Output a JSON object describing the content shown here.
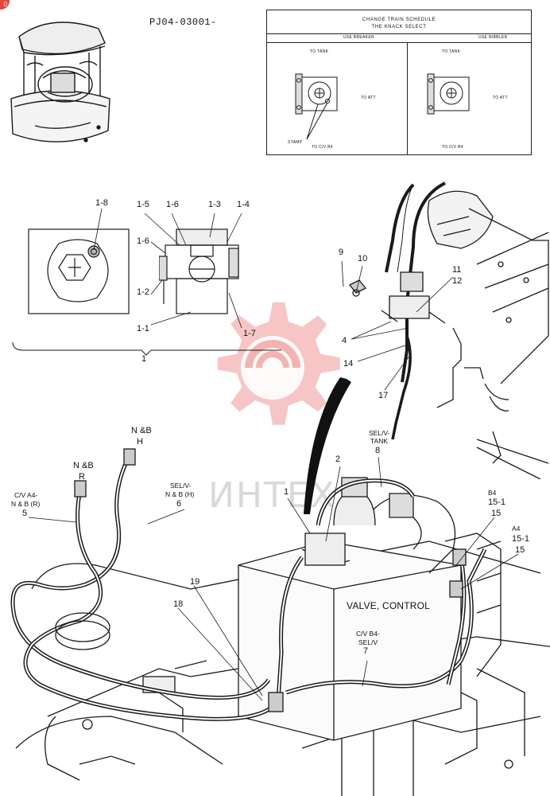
{
  "header": {
    "part_code": "PJ04-03001-",
    "corner_badge": "0"
  },
  "schedule": {
    "title_line1": "CHANGE TRAIN SCHEDULE",
    "title_line2": "THE KNACK SELECT",
    "left": {
      "heading": "USE BREAKER",
      "to_tank": "TO TANK",
      "to_att": "TO ATT",
      "stamp": "STAMP",
      "to_cv": "TO C/V B4"
    },
    "right": {
      "heading": "USE NIBBLER",
      "to_tank": "TO TANK",
      "to_att": "TO ATT",
      "to_cv": "TO C/V B4"
    }
  },
  "detail_callouts": {
    "c1_8": "1-8",
    "c1_5": "1-5",
    "c1_6a": "1-6",
    "c1_3": "1-3",
    "c1_4": "1-4",
    "c1_6b": "1-6",
    "c1_2": "1-2",
    "c1_1": "1-1",
    "c1_7": "1-7",
    "c1": "1"
  },
  "engine_callouts": {
    "c9": "9",
    "c10": "10",
    "c11": "11",
    "c12": "12",
    "c4": "4",
    "c14": "14",
    "c17": "17"
  },
  "hose_labels": {
    "nb_h_line1": "N &B",
    "nb_h_line2": "H",
    "nb_r_line1": "N &B",
    "nb_r_line2": "R",
    "cv_a4_line1": "C/V A4-",
    "cv_a4_line2": "N & B (R)",
    "cv_a4_num": "5",
    "selv_nb_line1": "SEL/V-",
    "selv_nb_line2": "N & B (H)",
    "selv_nb_num": "6",
    "selv_tank_line1": "SEL/V-",
    "selv_tank_line2": "TANK",
    "selv_tank_num": "8",
    "c2": "2",
    "c1": "1",
    "c19": "19",
    "c18": "18",
    "valve_control": "VALVE, CONTROL",
    "cv_b4_line1": "C/V B4-",
    "cv_b4_line2": "SEL/V",
    "cv_b4_num": "7",
    "b4": "B4",
    "b4_15_1": "15-1",
    "b4_15": "15",
    "a4": "A4",
    "a4_15_1": "15-1",
    "a4_15": "15"
  },
  "watermark": {
    "text": "ИНТЕХ"
  },
  "colors": {
    "line": "#1a1a1a",
    "watermark_red": "#f2a3a3",
    "badge_red": "#e8453c"
  }
}
